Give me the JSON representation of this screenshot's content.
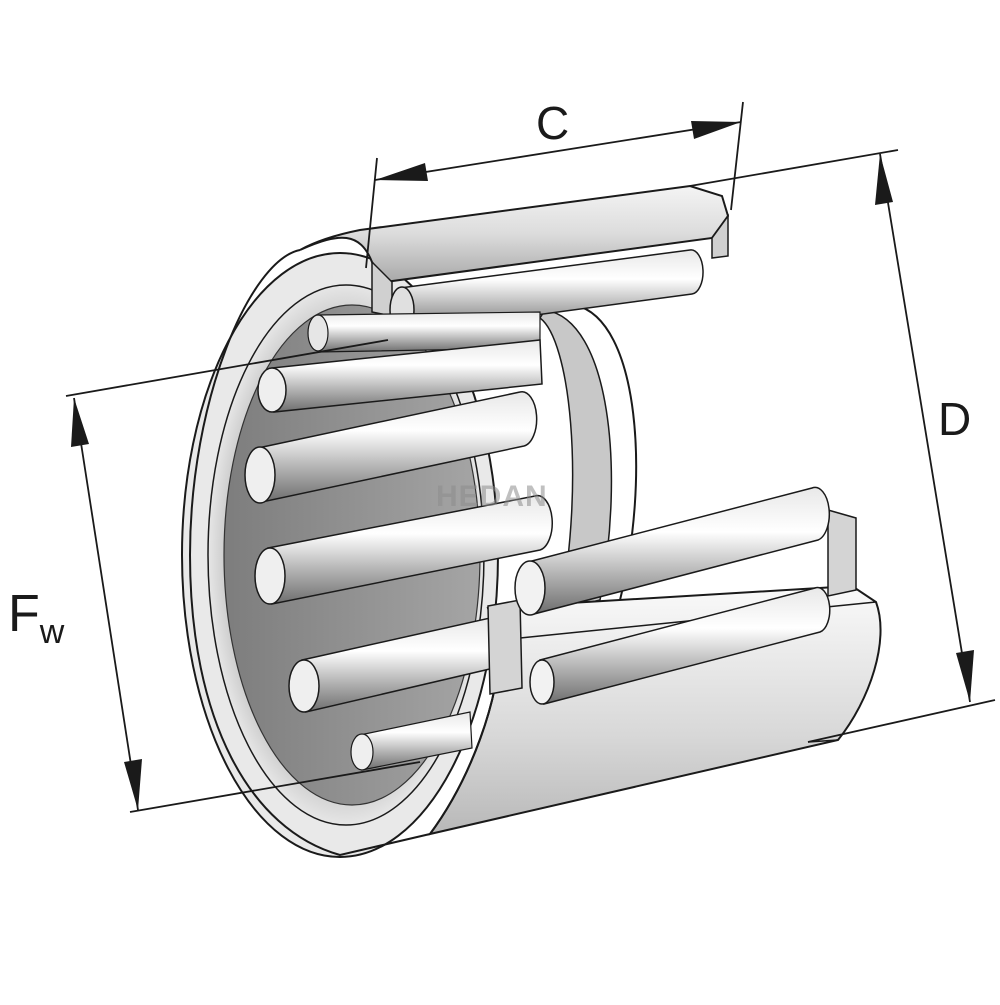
{
  "dimensions": {
    "width_label": "C",
    "outer_diameter_label": "D",
    "inner_diameter_label": "F",
    "inner_diameter_subscript": "w"
  },
  "watermark": "HEDAN",
  "colors": {
    "line": "#1a1a1a",
    "metal_light": "#f2f2f2",
    "metal_mid": "#bdbdbd",
    "metal_dark": "#7a7a7a",
    "interior": "#8c8c8c"
  }
}
